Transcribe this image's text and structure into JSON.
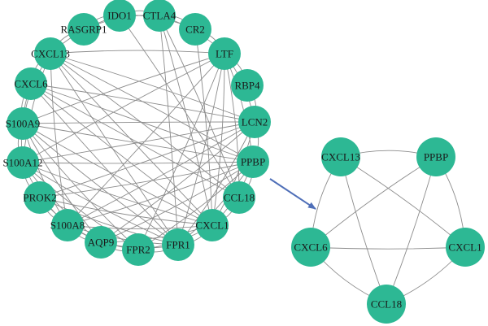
{
  "network_large": {
    "nodes": [
      "IDO1",
      "CTLA4",
      "CR2",
      "LTF",
      "RBP4",
      "LCN2",
      "PPBP",
      "CCL18",
      "CXCL1",
      "FPR1",
      "FPR2",
      "AQP9",
      "S100A8",
      "PROK2",
      "S100A12",
      "S100A9",
      "CXCL6",
      "CXCL13",
      "RASGRP1"
    ],
    "edges": [
      [
        "IDO1",
        "CTLA4"
      ],
      [
        "CTLA4",
        "CR2"
      ],
      [
        "CR2",
        "LTF"
      ],
      [
        "LTF",
        "RBP4"
      ],
      [
        "RBP4",
        "LCN2"
      ],
      [
        "LCN2",
        "PPBP"
      ],
      [
        "PPBP",
        "CCL18"
      ],
      [
        "CCL18",
        "CXCL1"
      ],
      [
        "CXCL1",
        "FPR1"
      ],
      [
        "FPR1",
        "FPR2"
      ],
      [
        "FPR2",
        "AQP9"
      ],
      [
        "AQP9",
        "S100A8"
      ],
      [
        "S100A8",
        "PROK2"
      ],
      [
        "PROK2",
        "S100A12"
      ],
      [
        "S100A12",
        "S100A9"
      ],
      [
        "S100A9",
        "CXCL6"
      ],
      [
        "CXCL6",
        "CXCL13"
      ],
      [
        "CXCL13",
        "RASGRP1"
      ],
      [
        "RASGRP1",
        "IDO1"
      ],
      [
        "IDO1",
        "CR2"
      ],
      [
        "CTLA4",
        "LTF"
      ],
      [
        "RASGRP1",
        "CTLA4"
      ],
      [
        "CXCL13",
        "IDO1"
      ],
      [
        "CXCL13",
        "LTF"
      ],
      [
        "CXCL13",
        "LCN2"
      ],
      [
        "CXCL13",
        "PPBP"
      ],
      [
        "CXCL13",
        "CCL18"
      ],
      [
        "CXCL13",
        "CXCL1"
      ],
      [
        "CXCL13",
        "FPR1"
      ],
      [
        "CXCL13",
        "S100A8"
      ],
      [
        "CXCL13",
        "S100A12"
      ],
      [
        "CXCL13",
        "S100A9"
      ],
      [
        "CXCL6",
        "LCN2"
      ],
      [
        "CXCL6",
        "PPBP"
      ],
      [
        "CXCL6",
        "CCL18"
      ],
      [
        "CXCL6",
        "CXCL1"
      ],
      [
        "CXCL6",
        "FPR1"
      ],
      [
        "CXCL6",
        "S100A12"
      ],
      [
        "S100A9",
        "LCN2"
      ],
      [
        "S100A9",
        "PPBP"
      ],
      [
        "S100A9",
        "CXCL1"
      ],
      [
        "S100A9",
        "FPR1"
      ],
      [
        "S100A9",
        "FPR2"
      ],
      [
        "S100A9",
        "AQP9"
      ],
      [
        "S100A9",
        "S100A8"
      ],
      [
        "S100A9",
        "LTF"
      ],
      [
        "S100A12",
        "LCN2"
      ],
      [
        "S100A12",
        "PPBP"
      ],
      [
        "S100A12",
        "CXCL1"
      ],
      [
        "S100A12",
        "FPR1"
      ],
      [
        "S100A12",
        "FPR2"
      ],
      [
        "S100A12",
        "AQP9"
      ],
      [
        "S100A12",
        "S100A8"
      ],
      [
        "S100A12",
        "LTF"
      ],
      [
        "PROK2",
        "CXCL1"
      ],
      [
        "PROK2",
        "FPR1"
      ],
      [
        "PROK2",
        "PPBP"
      ],
      [
        "PROK2",
        "LCN2"
      ],
      [
        "PROK2",
        "AQP9"
      ],
      [
        "S100A8",
        "LCN2"
      ],
      [
        "S100A8",
        "PPBP"
      ],
      [
        "S100A8",
        "CXCL1"
      ],
      [
        "S100A8",
        "FPR1"
      ],
      [
        "S100A8",
        "FPR2"
      ],
      [
        "S100A8",
        "LTF"
      ],
      [
        "AQP9",
        "CXCL1"
      ],
      [
        "AQP9",
        "FPR1"
      ],
      [
        "AQP9",
        "PPBP"
      ],
      [
        "AQP9",
        "LCN2"
      ],
      [
        "FPR2",
        "CXCL1"
      ],
      [
        "FPR2",
        "PPBP"
      ],
      [
        "FPR1",
        "PPBP"
      ],
      [
        "FPR1",
        "LCN2"
      ],
      [
        "FPR1",
        "LTF"
      ],
      [
        "FPR2",
        "LTF"
      ],
      [
        "CXCL1",
        "PPBP"
      ],
      [
        "CXCL1",
        "LCN2"
      ],
      [
        "CXCL1",
        "LTF"
      ],
      [
        "CXCL1",
        "CR2"
      ],
      [
        "CXCL1",
        "CTLA4"
      ],
      [
        "CCL18",
        "CTLA4"
      ],
      [
        "CCL18",
        "LTF"
      ],
      [
        "PPBP",
        "LTF"
      ],
      [
        "LCN2",
        "LTF"
      ],
      [
        "CCL18",
        "IDO1"
      ],
      [
        "FPR1",
        "CTLA4"
      ]
    ]
  },
  "network_small": {
    "nodes": [
      "CXCL13",
      "PPBP",
      "CXCL1",
      "CCL18",
      "CXCL6"
    ],
    "edges": [
      [
        "CXCL13",
        "PPBP"
      ],
      [
        "CXCL13",
        "CXCL1"
      ],
      [
        "CXCL13",
        "CCL18"
      ],
      [
        "CXCL13",
        "CXCL6"
      ],
      [
        "PPBP",
        "CXCL1"
      ],
      [
        "PPBP",
        "CCL18"
      ],
      [
        "PPBP",
        "CXCL6"
      ],
      [
        "CXCL1",
        "CCL18"
      ],
      [
        "CXCL1",
        "CXCL6"
      ],
      [
        "CCL18",
        "CXCL6"
      ]
    ]
  }
}
